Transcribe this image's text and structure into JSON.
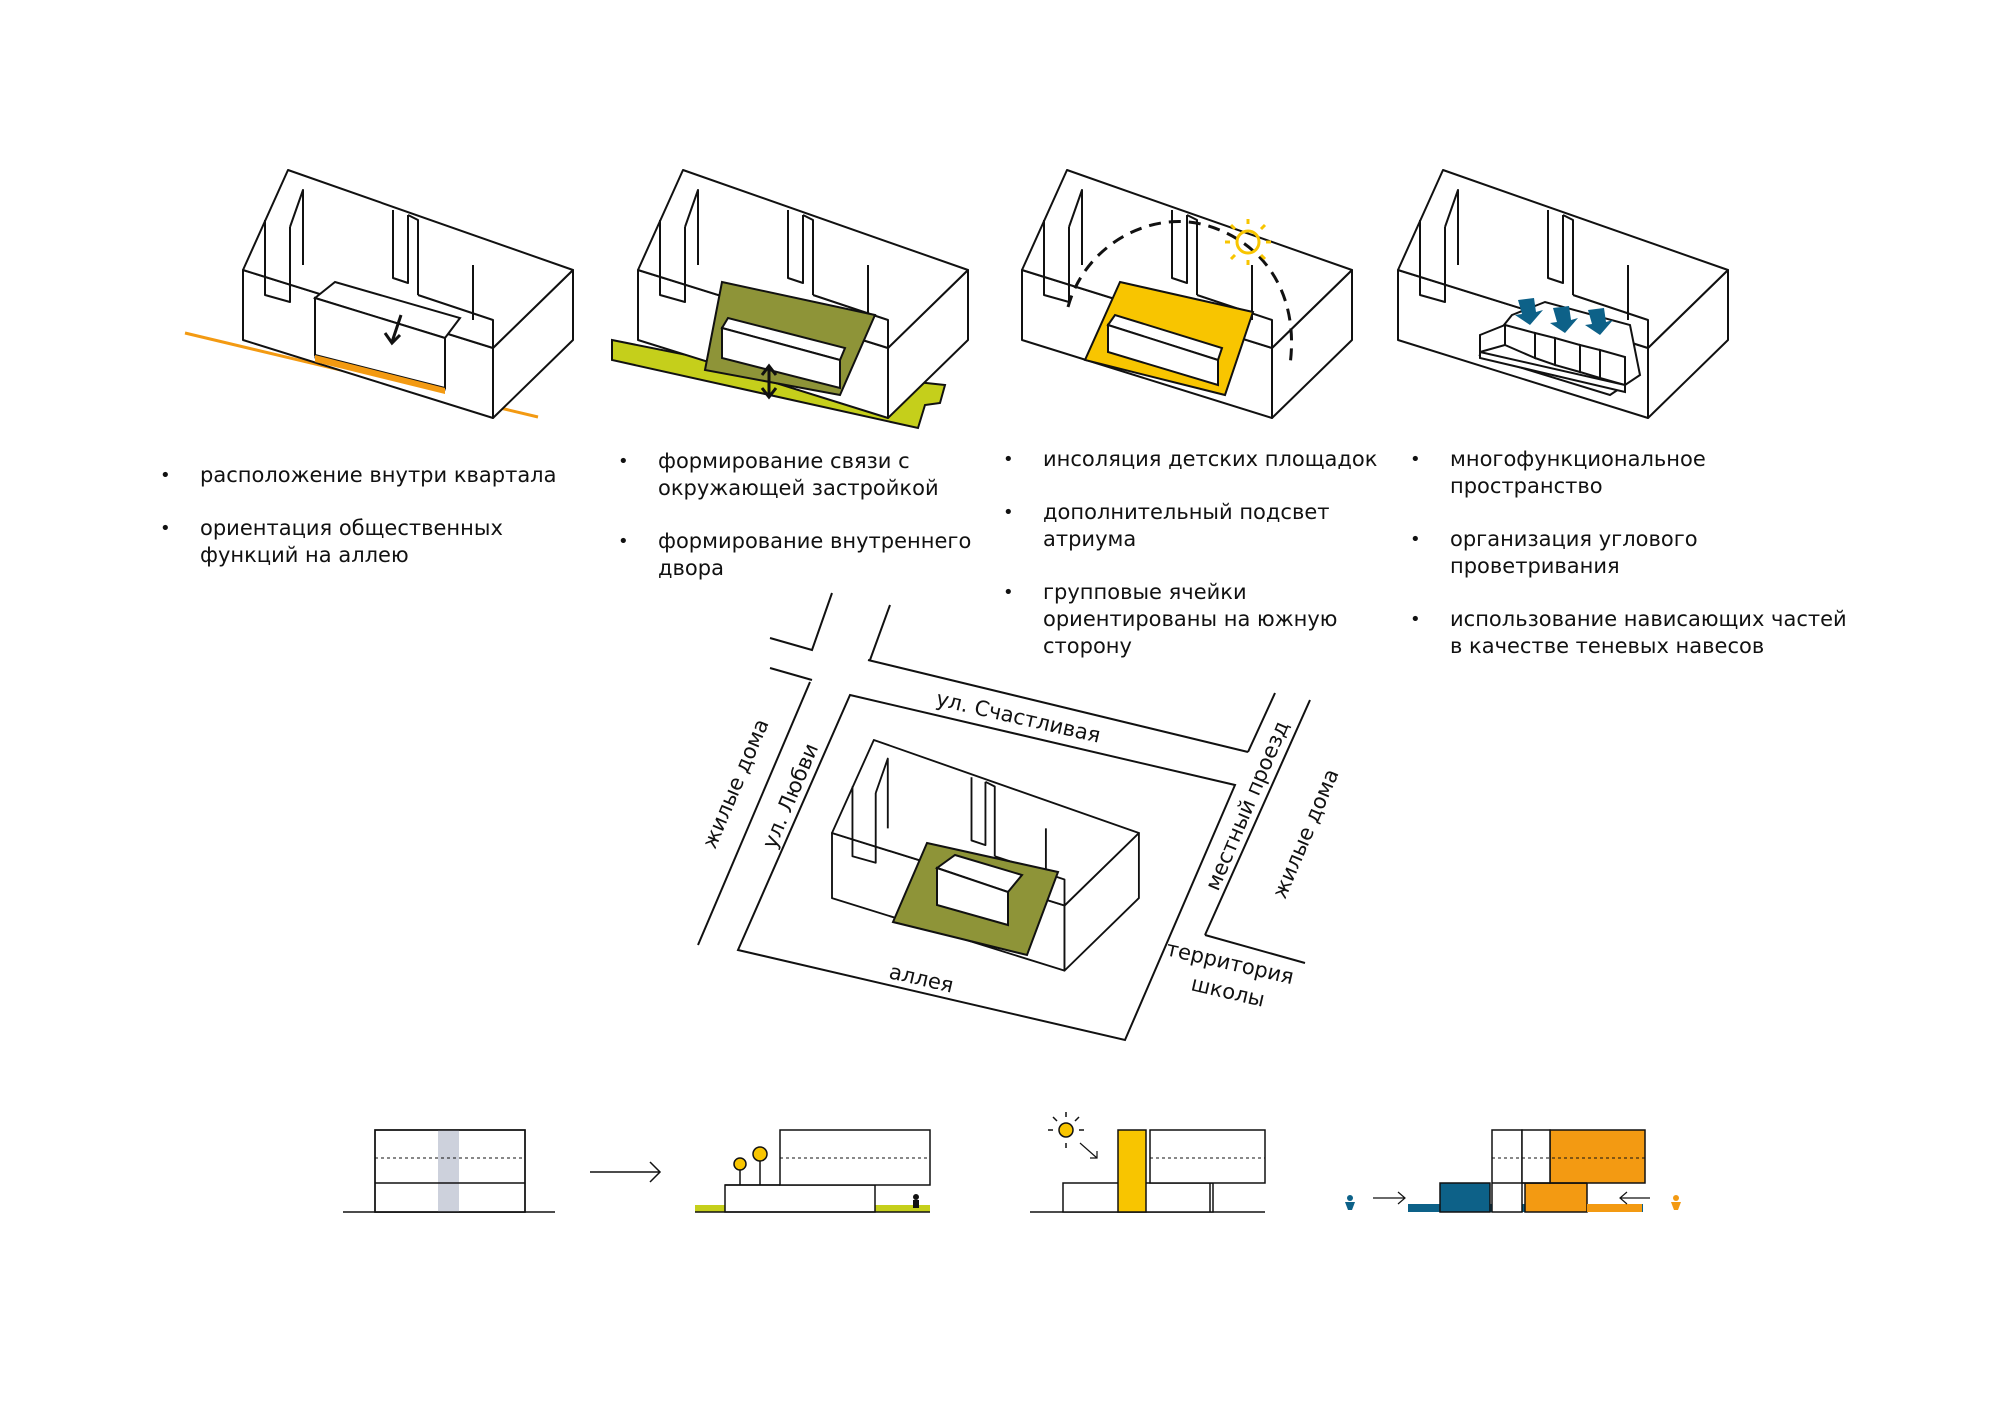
{
  "columns": [
    {
      "items": [
        "расположение  внутри квартала",
        "ориентация общественных функций на аллею"
      ]
    },
    {
      "items": [
        "формирование связи с окружающей застройкой",
        "формирование внутреннего двора"
      ]
    },
    {
      "items": [
        "инсоляция детских площадок",
        "дополнительный подсвет атриума",
        "групповые ячейки ориентированы на южную сторону"
      ]
    },
    {
      "items": [
        "многофункциональное пространство",
        "организация углового проветривания",
        "использование нависающих частей в качестве теневых навесов"
      ]
    }
  ],
  "site_plan": {
    "street_top": "ул. Счастливая",
    "street_left": "ул. Любви",
    "houses_left": "жилые дома",
    "local_road": "местный проезд",
    "houses_right": "жилые дома",
    "alley": "аллея",
    "school_line1": "территория",
    "school_line2": "школы"
  },
  "colors": {
    "orange": "#f39a12",
    "olive": "#8e9438",
    "lime": "#c5cf1b",
    "yellow": "#f8c500",
    "blue": "#0d6188",
    "grey_band": "#cdd1dc"
  }
}
